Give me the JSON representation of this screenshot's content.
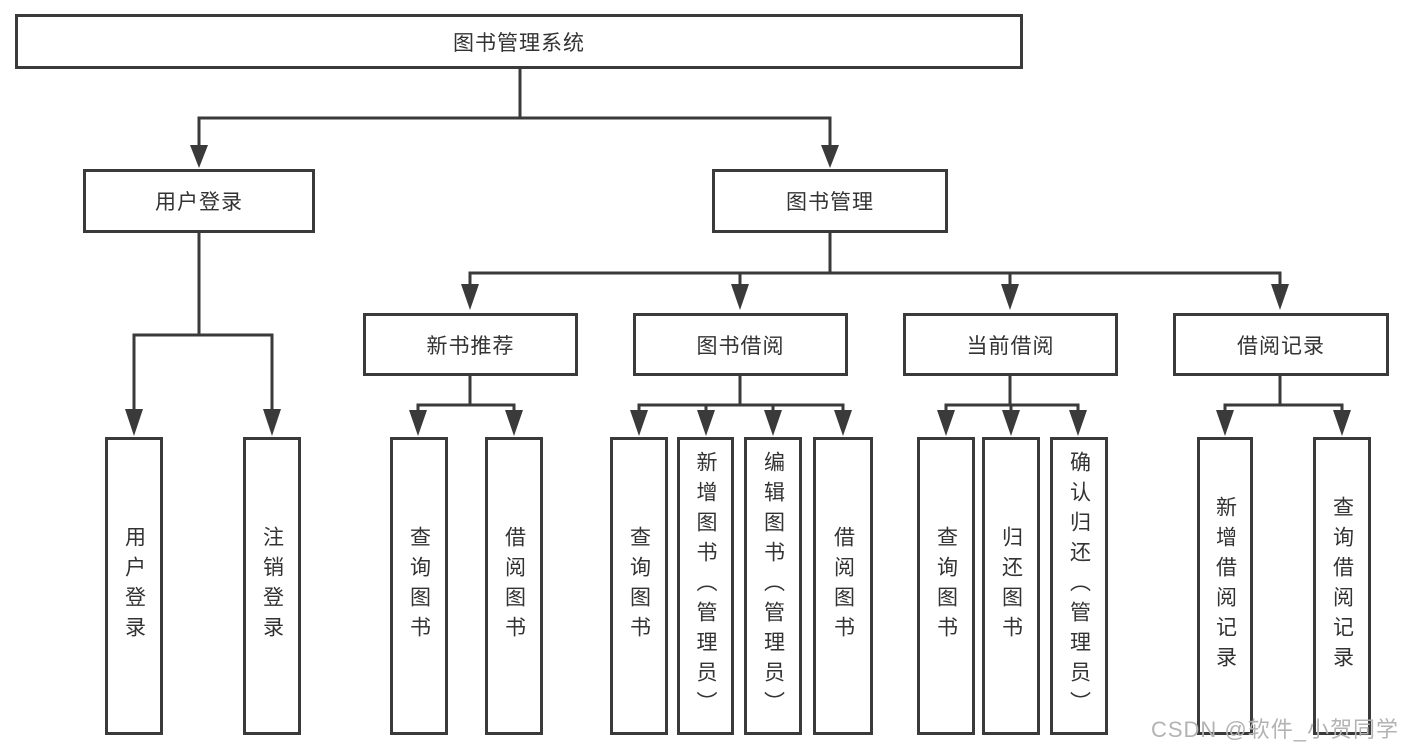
{
  "watermark": "CSDN @软件_小贺同学",
  "colors": {
    "line": "#3a3a3a",
    "text": "#333333",
    "background": "#ffffff",
    "watermark": "#b3b3b3"
  },
  "tree": {
    "root": {
      "label": "图书管理系统"
    },
    "branches": [
      {
        "label": "用户登录",
        "leaves": [
          {
            "label": "用户登录"
          },
          {
            "label": "注销登录"
          }
        ]
      },
      {
        "label": "图书管理",
        "groups": [
          {
            "label": "新书推荐",
            "leaves": [
              {
                "label": "查询图书"
              },
              {
                "label": "借阅图书"
              }
            ]
          },
          {
            "label": "图书借阅",
            "leaves": [
              {
                "label": "查询图书"
              },
              {
                "label": "新增图书（管理员）"
              },
              {
                "label": "编辑图书（管理员）"
              },
              {
                "label": "借阅图书"
              }
            ]
          },
          {
            "label": "当前借阅",
            "leaves": [
              {
                "label": "查询图书"
              },
              {
                "label": "归还图书"
              },
              {
                "label": "确认归还（管理员）"
              }
            ]
          },
          {
            "label": "借阅记录",
            "leaves": [
              {
                "label": "新增借阅记录"
              },
              {
                "label": "查询借阅记录"
              }
            ]
          }
        ]
      }
    ]
  }
}
